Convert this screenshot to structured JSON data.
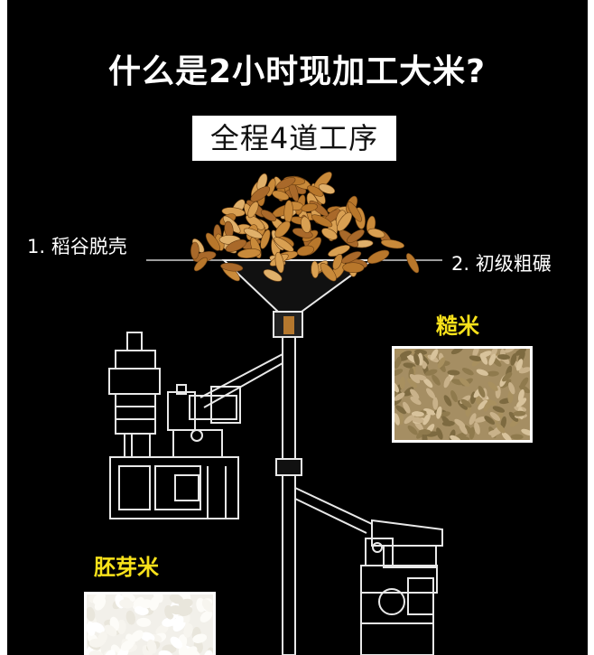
{
  "title": "什么是2小时现加工大米?",
  "subtitle": "全程4道工序",
  "steps": [
    {
      "label": "1. 稻谷脱壳"
    },
    {
      "label": "2. 初级粗碾"
    }
  ],
  "rice_types": {
    "brown": {
      "label": "糙米"
    },
    "germ": {
      "label": "胚芽米"
    }
  },
  "colors": {
    "background": "#000000",
    "title_text": "#ffffff",
    "label_yellow": "#f7e11a",
    "machine_line": "#ffffff",
    "grain": "#c98a3a",
    "brown_rice": "#a58e63",
    "germ_rice": "#f2f0ea"
  }
}
